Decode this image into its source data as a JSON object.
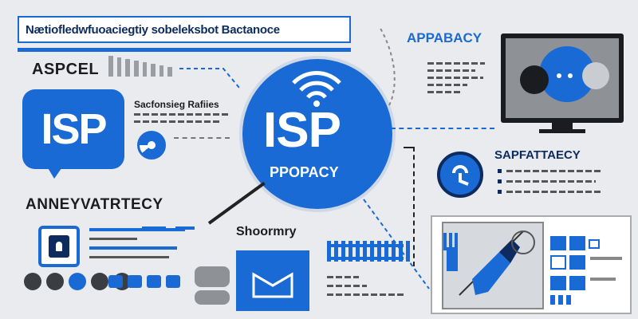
{
  "banner": {
    "title": "Nætiofledwfuoaciegtiy sobeleksbot Bactanoce"
  },
  "left": {
    "heading_top": "ASPCEL",
    "isp_bubble": "ISP",
    "side_heading": "Sacfonsieg Rafiies",
    "heading_mid": "ANNEYVATRTECY",
    "icons": {
      "lock": "lock-icon",
      "pie": "pie-chart-icon"
    }
  },
  "center": {
    "big_label": "ISP",
    "sub_label": "PPOPACY",
    "icon": "wifi-icon",
    "caption": "Shoormry"
  },
  "right": {
    "heading_top": "APPABACY",
    "heading_mid": "SAPFATTAECY",
    "icons": {
      "monitor": "monitor-icon",
      "badge": "lock-badge-icon",
      "tool": "pen-tool-icon",
      "mail": "mail-icon"
    }
  },
  "colors": {
    "accent": "#1a6ad6",
    "navy": "#0d2b5e",
    "bg": "#e9ebee"
  }
}
